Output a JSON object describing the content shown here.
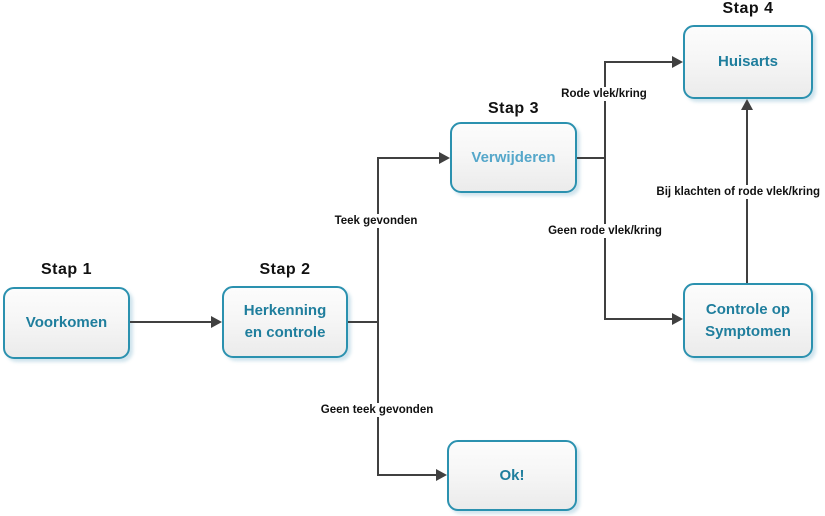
{
  "flowchart": {
    "step1": {
      "title": "Stap 1",
      "label": "Voorkomen"
    },
    "step2": {
      "title": "Stap 2",
      "label": "Herkenning en controle"
    },
    "step3": {
      "title": "Stap 3",
      "label": "Verwijderen"
    },
    "step4": {
      "title": "Stap 4",
      "label": "Huisarts"
    },
    "symptoms": {
      "label": "Controle op Symptomen"
    },
    "ok": {
      "label": "Ok!"
    },
    "edge_labels": {
      "tick_found": "Teek gevonden",
      "no_tick_found": "Geen teek gevonden",
      "red_spot": "Rode vlek/kring",
      "no_red_spot": "Geen rode vlek/kring",
      "complaints": "Bij klachten of rode vlek/kring"
    },
    "colors": {
      "box_border": "#2b91af",
      "box_text": "#1f7e9d",
      "verwijderen_text": "#55a7ca",
      "line": "#404040",
      "title_text": "#111111",
      "canvas_bg": "#ffffff"
    }
  }
}
